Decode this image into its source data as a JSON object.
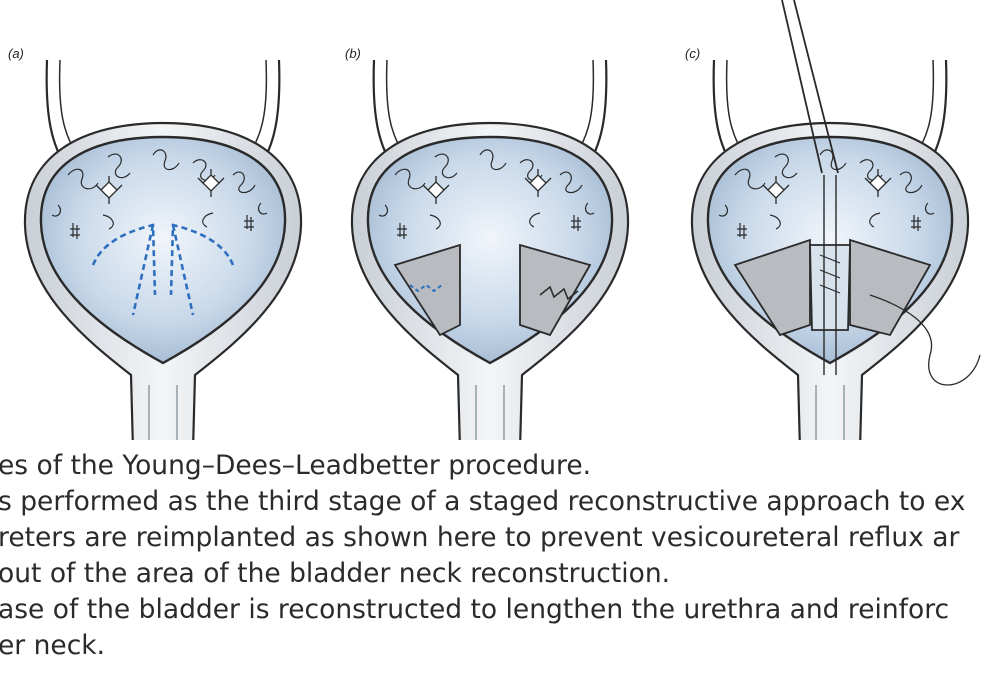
{
  "figure": {
    "panels": [
      {
        "label": "(a)"
      },
      {
        "label": "(b)"
      },
      {
        "label": "(c)"
      }
    ]
  },
  "caption": {
    "lines": [
      "es of the Young–Dees–Leadbetter procedure.",
      "s performed as the third stage of a staged reconstructive approach to ex",
      "reters are reimplanted as shown here to prevent vesicoureteral reflux ar",
      " out of the area of the bladder neck reconstruction.",
      "ase of the bladder is reconstructed to lengthen the urethra and reinforc",
      "er neck."
    ]
  },
  "colors": {
    "bladder_lumen": "#c9d9ea",
    "bladder_wall": "#e4e8ec",
    "outline": "#2a2a2a",
    "incision_dashes": "#2f6fc0",
    "trigone_flap": "#b8bcc0"
  }
}
